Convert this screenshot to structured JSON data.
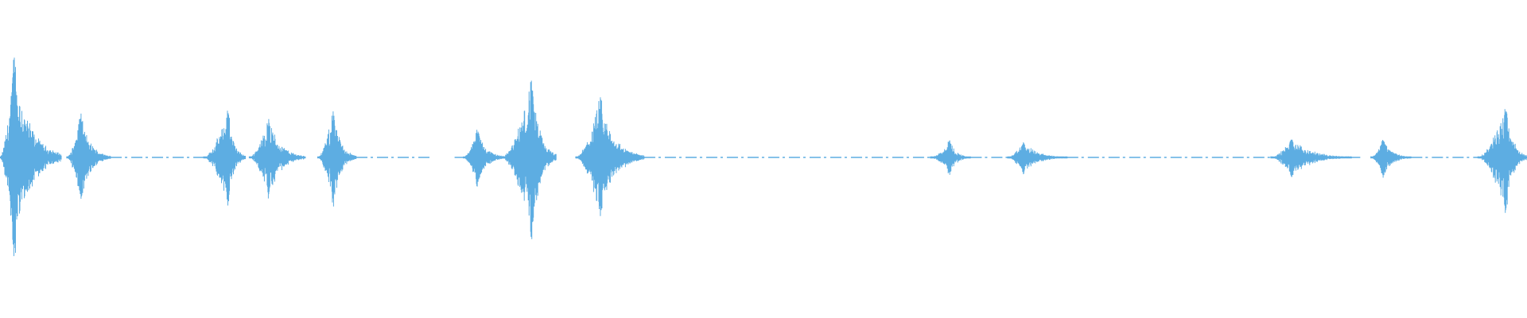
{
  "waveform": {
    "color": "#5DADE2",
    "bursts": [
      {
        "start": 0.0,
        "peak": 0.8,
        "end": 3.5,
        "amplitude": 0.62
      },
      {
        "start": 3.8,
        "peak": 4.6,
        "end": 6.3,
        "amplitude": 0.27
      },
      {
        "start": 11.6,
        "peak": 13.0,
        "end": 14.0,
        "amplitude": 0.3
      },
      {
        "start": 14.2,
        "peak": 15.3,
        "end": 17.4,
        "amplitude": 0.25
      },
      {
        "start": 18.1,
        "peak": 19.0,
        "end": 20.3,
        "amplitude": 0.3
      },
      {
        "start": 26.4,
        "peak": 27.2,
        "end": 28.8,
        "amplitude": 0.18
      },
      {
        "start": 28.6,
        "peak": 30.3,
        "end": 31.7,
        "amplitude": 0.5
      },
      {
        "start": 32.8,
        "peak": 34.2,
        "end": 36.7,
        "amplitude": 0.37
      },
      {
        "start": 53.0,
        "peak": 54.1,
        "end": 55.3,
        "amplitude": 0.11
      },
      {
        "start": 57.4,
        "peak": 58.3,
        "end": 60.8,
        "amplitude": 0.1
      },
      {
        "start": 72.4,
        "peak": 73.6,
        "end": 77.0,
        "amplitude": 0.12
      },
      {
        "start": 78.1,
        "peak": 78.8,
        "end": 80.4,
        "amplitude": 0.12
      },
      {
        "start": 84.2,
        "peak": 85.8,
        "end": 87.0,
        "amplitude": 0.34
      }
    ],
    "quiet_segments": [
      [
        6.3,
        11.6
      ],
      [
        20.3,
        24.5
      ],
      [
        25.9,
        26.4
      ],
      [
        36.7,
        53.0
      ],
      [
        55.3,
        57.4
      ],
      [
        60.8,
        72.4
      ],
      [
        77.0,
        77.5
      ],
      [
        80.4,
        84.2
      ]
    ],
    "duration": 87.0
  }
}
